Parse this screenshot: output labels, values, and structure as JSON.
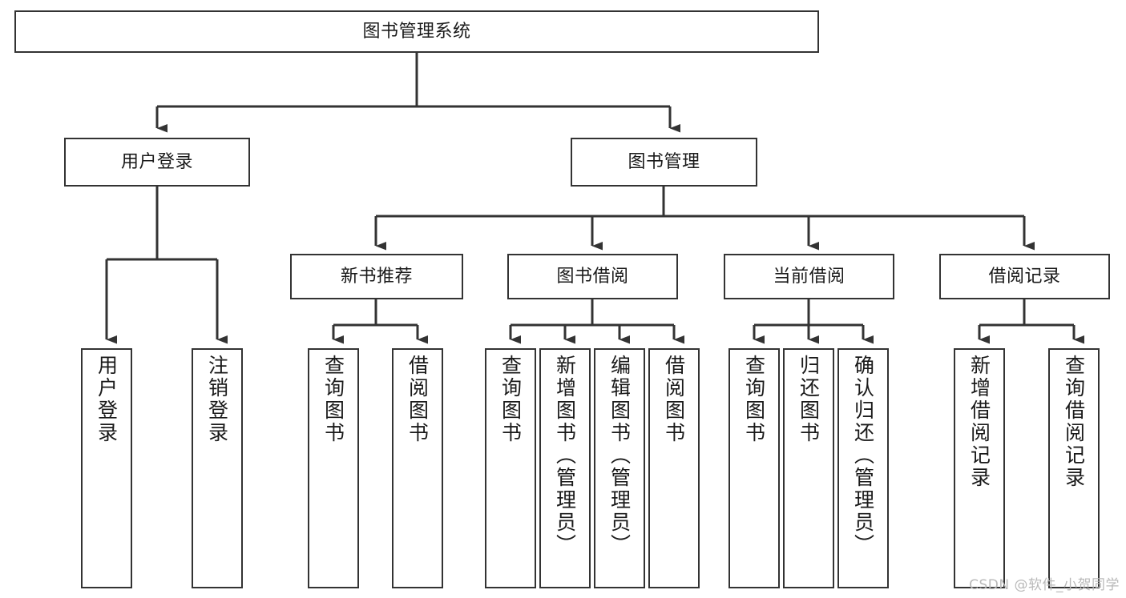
{
  "diagram": {
    "type": "tree-hierarchy",
    "title": "图书管理系统",
    "watermark": "CSDN @软件_小贺同学",
    "colors": {
      "background": "#ffffff",
      "node_border": "#333333",
      "node_fill": "#ffffff",
      "edge": "#333333",
      "text": "#1a1a1a",
      "watermark": "#b9b9b9"
    },
    "root": {
      "id": "root",
      "label": "图书管理系统",
      "orientation": "horizontal"
    },
    "level2": [
      {
        "id": "user-login",
        "label": "用户登录",
        "orientation": "horizontal"
      },
      {
        "id": "book-manage",
        "label": "图书管理",
        "orientation": "horizontal"
      }
    ],
    "level3": [
      {
        "id": "new-book-recommend",
        "label": "新书推荐",
        "orientation": "horizontal",
        "parent": "book-manage"
      },
      {
        "id": "book-borrow",
        "label": "图书借阅",
        "orientation": "horizontal",
        "parent": "book-manage"
      },
      {
        "id": "current-borrow",
        "label": "当前借阅",
        "orientation": "horizontal",
        "parent": "book-manage"
      },
      {
        "id": "borrow-record",
        "label": "借阅记录",
        "orientation": "horizontal",
        "parent": "book-manage"
      }
    ],
    "leaves": [
      {
        "id": "leaf-user-login",
        "label": "用户登录",
        "orientation": "vertical",
        "parent": "user-login"
      },
      {
        "id": "leaf-user-logout",
        "label": "注销登录",
        "orientation": "vertical",
        "parent": "user-login"
      },
      {
        "id": "leaf-query-book-1",
        "label": "查询图书",
        "orientation": "vertical",
        "parent": "new-book-recommend"
      },
      {
        "id": "leaf-borrow-book-1",
        "label": "借阅图书",
        "orientation": "vertical",
        "parent": "new-book-recommend"
      },
      {
        "id": "leaf-query-book-2",
        "label": "查询图书",
        "orientation": "vertical",
        "parent": "book-borrow"
      },
      {
        "id": "leaf-add-book",
        "label": "新增图书（管理员）",
        "orientation": "vertical",
        "parent": "book-borrow"
      },
      {
        "id": "leaf-edit-book",
        "label": "编辑图书（管理员）",
        "orientation": "vertical",
        "parent": "book-borrow"
      },
      {
        "id": "leaf-borrow-book-2",
        "label": "借阅图书",
        "orientation": "vertical",
        "parent": "book-borrow"
      },
      {
        "id": "leaf-query-book-3",
        "label": "查询图书",
        "orientation": "vertical",
        "parent": "current-borrow"
      },
      {
        "id": "leaf-return-book",
        "label": "归还图书",
        "orientation": "vertical",
        "parent": "current-borrow"
      },
      {
        "id": "leaf-confirm-return",
        "label": "确认归还（管理员）",
        "orientation": "vertical",
        "parent": "current-borrow"
      },
      {
        "id": "leaf-add-record",
        "label": "新增借阅记录",
        "orientation": "vertical",
        "parent": "borrow-record"
      },
      {
        "id": "leaf-query-record",
        "label": "查询借阅记录",
        "orientation": "vertical",
        "parent": "borrow-record"
      }
    ]
  }
}
